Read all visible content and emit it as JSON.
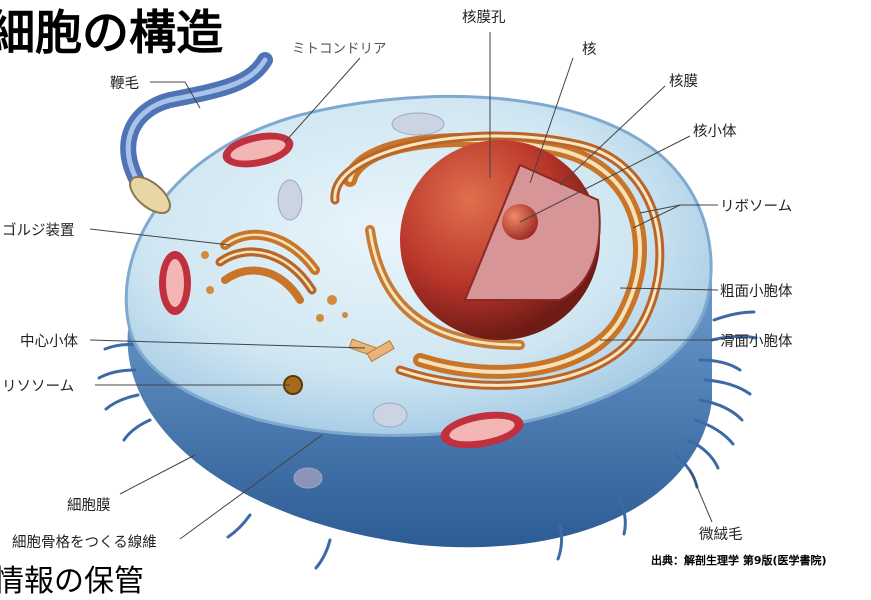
{
  "title": "細胞の構造",
  "subtitle": "情報の保管",
  "credit": "出典：解剖生理学 第9版(医学書院)",
  "labels": {
    "nuclear_pore": "核膜孔",
    "nucleus": "核",
    "mitochondria": "ミトコンドリア",
    "flagellum": "鞭毛",
    "nuclear_membrane": "核膜",
    "nucleolus": "核小体",
    "ribosome": "リボソーム",
    "golgi": "ゴルジ装置",
    "rough_er": "粗面小胞体",
    "centriole": "中心小体",
    "smooth_er": "滑面小胞体",
    "lysosome": "リソソーム",
    "cell_membrane": "細胞膜",
    "microvilli": "微絨毛",
    "cytoskeleton": "細胞骨格をつくる線維"
  },
  "colors": {
    "cytoplasm": "#cfe6f2",
    "membrane_blue": "#4f7fb6",
    "nucleus_red": "#b8352a",
    "mitochondria": "#c0303e",
    "golgi_orange": "#c8752a"
  }
}
